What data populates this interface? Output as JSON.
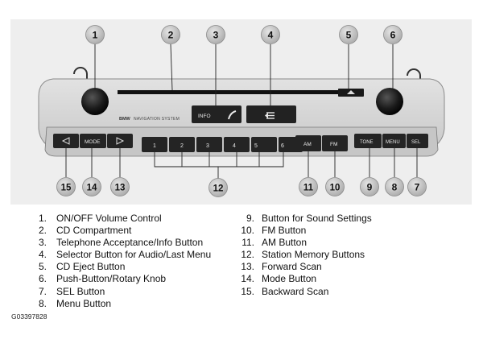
{
  "radio": {
    "brand": "BMW",
    "model_text": "NAVIGATION SYSTEM",
    "buttons": {
      "info": "INFO",
      "mode": "MODE",
      "am": "AM",
      "fm": "FM",
      "tone": "TONE",
      "menu": "MENU",
      "sel": "SEL",
      "presets": [
        "1",
        "2",
        "3",
        "4",
        "5",
        "6"
      ]
    },
    "icons": {
      "backward_scan": "triangle-left-icon",
      "forward_scan": "triangle-right-icon",
      "telephone": "telephone-handset-icon",
      "selector": "selector-arrows-icon",
      "eject": "eject-icon"
    }
  },
  "callouts": [
    "1",
    "2",
    "3",
    "4",
    "5",
    "6",
    "7",
    "8",
    "9",
    "10",
    "11",
    "12",
    "13",
    "14",
    "15"
  ],
  "legend": {
    "left": [
      {
        "num": "1.",
        "text": "ON/OFF Volume Control"
      },
      {
        "num": "2.",
        "text": "CD Compartment"
      },
      {
        "num": "3.",
        "text": "Telephone Acceptance/Info Button"
      },
      {
        "num": "4.",
        "text": "Selector Button for Audio/Last Menu"
      },
      {
        "num": "5.",
        "text": "CD Eject Button"
      },
      {
        "num": "6.",
        "text": "Push-Button/Rotary Knob"
      },
      {
        "num": "7.",
        "text": "SEL Button"
      },
      {
        "num": "8.",
        "text": "Menu Button"
      }
    ],
    "right": [
      {
        "num": "9.",
        "text": "Button for Sound Settings"
      },
      {
        "num": "10.",
        "text": "FM Button"
      },
      {
        "num": "11.",
        "text": "AM Button"
      },
      {
        "num": "12.",
        "text": "Station Memory Buttons"
      },
      {
        "num": "13.",
        "text": "Forward Scan"
      },
      {
        "num": "14.",
        "text": "Mode Button"
      },
      {
        "num": "15.",
        "text": "Backward Scan"
      }
    ]
  },
  "figure_code": "G03397828",
  "colors": {
    "panel": "#d6d6d6",
    "knob": "#161616",
    "callout_fill": "#bcbcbc",
    "button": "#242424"
  }
}
